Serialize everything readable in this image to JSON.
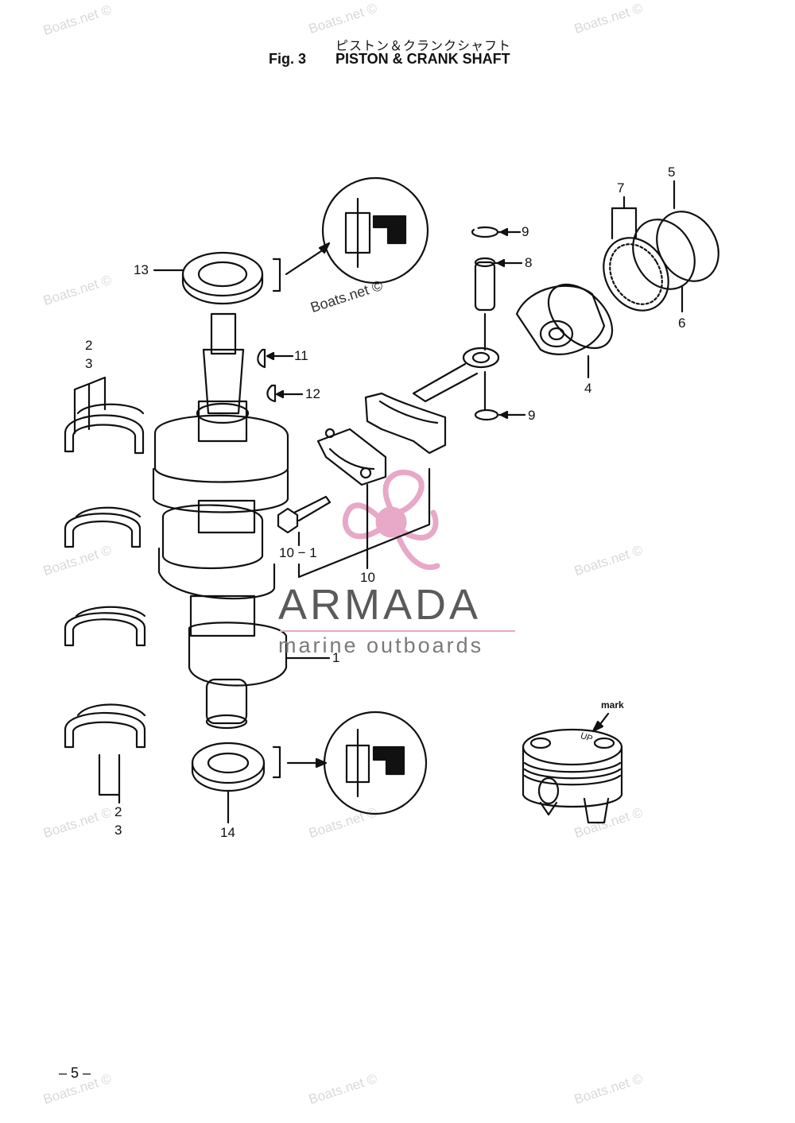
{
  "header": {
    "title_jp": "ピストン＆クランクシャフト",
    "fig_number": "Fig. 3",
    "title_en": "PISTON & CRANK SHAFT"
  },
  "watermark_text": "Boats.net ©",
  "callouts": {
    "c1": "1",
    "c2a": "2",
    "c3a": "3",
    "c2b": "2",
    "c3b": "3",
    "c4": "4",
    "c5": "5",
    "c6": "6",
    "c7": "7",
    "c8": "8",
    "c9a": "9",
    "c9b": "9",
    "c10": "10",
    "c10_1": "10 − 1",
    "c11": "11",
    "c12": "12",
    "c13": "13",
    "c14": "14"
  },
  "mark_label": "mark",
  "piston_stamp": "UP",
  "brand": {
    "name": "ARMADA",
    "tagline": "marine outboards",
    "accent_color": "#e8a8c8"
  },
  "page_number": "– 5 –"
}
